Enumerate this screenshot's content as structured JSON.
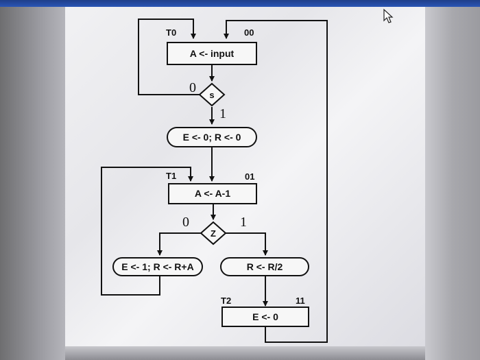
{
  "diagram": {
    "state_labels": {
      "t0": "T0",
      "t1": "T1",
      "t2": "T2",
      "code_00": "00",
      "code_01": "01",
      "code_11": "11"
    },
    "blocks": {
      "state_a_input": "A <- input",
      "cond_reset_er": "E <- 0; R <- 0",
      "state_a_dec": "A <- A-1",
      "cond_set_er": "E <- 1; R <- R+A",
      "cond_half_r": "R <- R/2",
      "state_e_clear": "E <- 0"
    },
    "decisions": {
      "s": "s",
      "z": "Z"
    },
    "branch_labels": {
      "s_zero": "0",
      "s_one": "1",
      "z_zero": "0",
      "z_one": "1"
    }
  },
  "cursor": "mouse-pointer-icon"
}
